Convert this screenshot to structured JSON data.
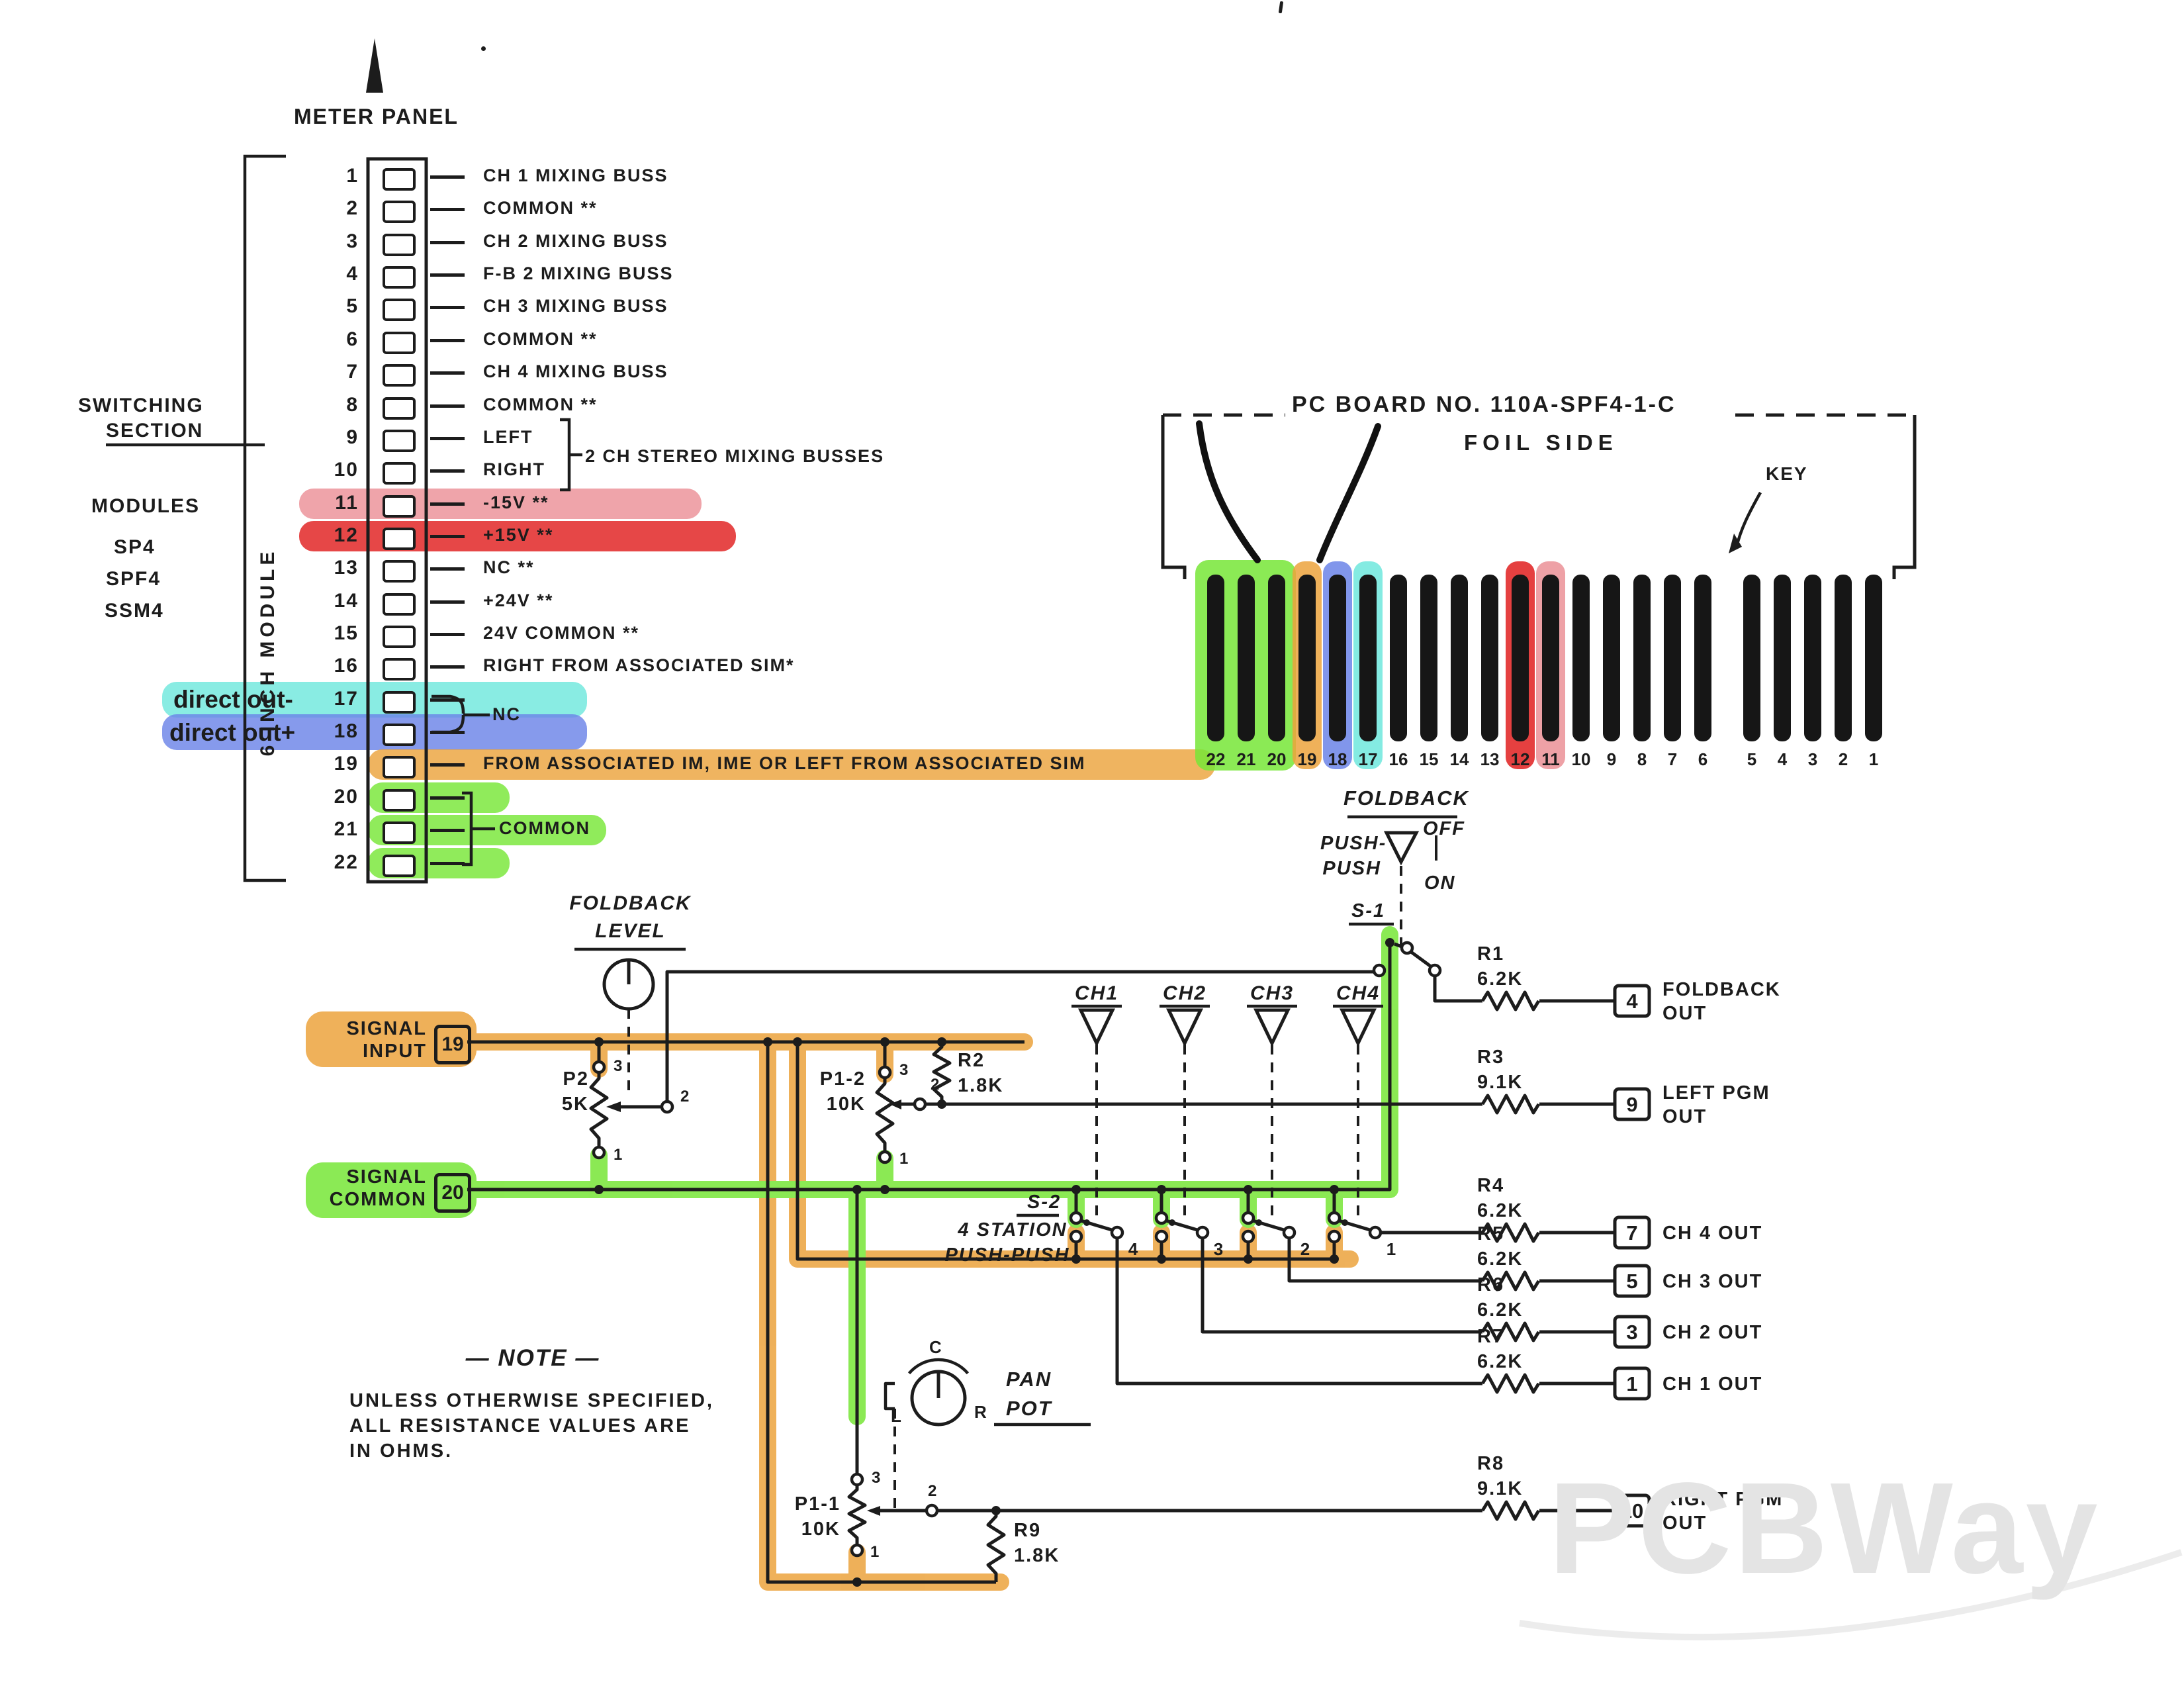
{
  "colors": {
    "green": "#77e637",
    "orange": "#eca33d",
    "blue": "#6b84e8",
    "cyan": "#6fe8dd",
    "red": "#e01f1f",
    "pink": "#eb9097",
    "ink": "#1c1c1c"
  },
  "meter_panel": {
    "label": "METER PANEL"
  },
  "switching_section": {
    "line1": "SWITCHING",
    "line2": "SECTION",
    "modules": [
      "MODULES",
      "SP4",
      "SPF4",
      "SSM4"
    ],
    "module_note": "6 INCH MODULE"
  },
  "terminal_strip": {
    "rows": [
      {
        "n": "1",
        "label": "CH 1 MIXING BUSS",
        "hl": null
      },
      {
        "n": "2",
        "label": "COMMON **",
        "hl": null
      },
      {
        "n": "3",
        "label": "CH 2 MIXING BUSS",
        "hl": null
      },
      {
        "n": "4",
        "label": "F-B 2 MIXING BUSS",
        "hl": null
      },
      {
        "n": "5",
        "label": "CH 3 MIXING BUSS",
        "hl": null
      },
      {
        "n": "6",
        "label": "COMMON **",
        "hl": null
      },
      {
        "n": "7",
        "label": "CH 4 MIXING BUSS",
        "hl": null
      },
      {
        "n": "8",
        "label": "COMMON **",
        "hl": null
      },
      {
        "n": "9",
        "label": "LEFT",
        "hl": null
      },
      {
        "n": "10",
        "label": "RIGHT",
        "hl": null
      },
      {
        "n": "11",
        "label": "-15V **",
        "hl": "pink"
      },
      {
        "n": "12",
        "label": "+15V **",
        "hl": "red"
      },
      {
        "n": "13",
        "label": "NC **",
        "hl": null
      },
      {
        "n": "14",
        "label": "+24V **",
        "hl": null
      },
      {
        "n": "15",
        "label": "24V COMMON **",
        "hl": null
      },
      {
        "n": "16",
        "label": "RIGHT FROM ASSOCIATED SIM*",
        "hl": null
      },
      {
        "n": "17",
        "label": "",
        "hl": "cyan"
      },
      {
        "n": "18",
        "label": "",
        "hl": "blue"
      },
      {
        "n": "19",
        "label": "FROM ASSOCIATED IM, IME OR LEFT FROM ASSOCIATED SIM",
        "hl": "orange"
      },
      {
        "n": "20",
        "label": "",
        "hl": "green"
      },
      {
        "n": "21",
        "label": "",
        "hl": "green"
      },
      {
        "n": "22",
        "label": "",
        "hl": "green"
      }
    ],
    "stereo_bracket": "2 CH STEREO MIXING BUSSES",
    "nc_label": "NC",
    "common_label": "COMMON",
    "direct_out_minus": "direct out-",
    "direct_out_plus": "direct out+"
  },
  "pc_board": {
    "title": "PC BOARD NO. 110A-SPF4-1-C",
    "subtitle": "FOIL SIDE",
    "key_label": "KEY",
    "pins": [
      "22",
      "21",
      "20",
      "19",
      "18",
      "17",
      "16",
      "15",
      "14",
      "13",
      "12",
      "11",
      "10",
      "9",
      "8",
      "7",
      "6",
      "5",
      "4",
      "3",
      "2",
      "1"
    ],
    "pin_highlights": {
      "19": "orange",
      "18": "blue",
      "17": "cyan",
      "12": "red",
      "11": "pink"
    },
    "green_block_pins": [
      "22",
      "21",
      "20"
    ]
  },
  "schematic": {
    "foldback_level": {
      "line1": "FOLDBACK",
      "line2": "LEVEL"
    },
    "foldback_switch": {
      "title": "FOLDBACK",
      "push1": "PUSH-",
      "push2": "PUSH",
      "off": "OFF",
      "on": "ON",
      "s1": "S-1"
    },
    "signal_input": {
      "line1": "SIGNAL",
      "line2": "INPUT",
      "pin": "19"
    },
    "signal_common": {
      "line1": "SIGNAL",
      "line2": "COMMON",
      "pin": "20"
    },
    "p2": {
      "name": "P2",
      "value": "5K"
    },
    "p12": {
      "name": "P1-2",
      "value": "10K"
    },
    "p11": {
      "name": "P1-1",
      "value": "10K"
    },
    "r2": {
      "name": "R2",
      "value": "1.8K"
    },
    "r9": {
      "name": "R9",
      "value": "1.8K"
    },
    "pot_terminal_marks": [
      "3",
      "1",
      "2",
      "3",
      "1",
      "2",
      "3",
      "1",
      "2"
    ],
    "channels": [
      "CH1",
      "CH2",
      "CH3",
      "CH4"
    ],
    "s2": {
      "name": "S-2",
      "line1": "4 STATION",
      "line2": "PUSH-PUSH",
      "stations": [
        "4",
        "3",
        "2",
        "1"
      ]
    },
    "pan_pot": {
      "line1": "PAN",
      "line2": "POT",
      "c": "C",
      "l": "L",
      "r": "R"
    },
    "outputs": [
      {
        "res": "R1",
        "val": "6.2K",
        "pin": "4",
        "lines": [
          "FOLDBACK",
          "OUT"
        ]
      },
      {
        "res": "R3",
        "val": "9.1K",
        "pin": "9",
        "lines": [
          "LEFT PGM",
          "OUT"
        ]
      },
      {
        "res": "R4",
        "val": "6.2K",
        "pin": "7",
        "lines": [
          "CH 4 OUT"
        ]
      },
      {
        "res": "R5",
        "val": "6.2K",
        "pin": "5",
        "lines": [
          "CH 3 OUT"
        ]
      },
      {
        "res": "R6",
        "val": "6.2K",
        "pin": "3",
        "lines": [
          "CH 2 OUT"
        ]
      },
      {
        "res": "R7",
        "val": "6.2K",
        "pin": "1",
        "lines": [
          "CH 1 OUT"
        ]
      },
      {
        "res": "R8",
        "val": "9.1K",
        "pin": "10",
        "lines": [
          "RIGHT PGM",
          "OUT"
        ]
      }
    ]
  },
  "note": {
    "title": "— NOTE —",
    "lines": [
      "UNLESS OTHERWISE SPECIFIED,",
      "ALL RESISTANCE VALUES ARE",
      "IN OHMS."
    ]
  },
  "watermark": "PCBWay"
}
